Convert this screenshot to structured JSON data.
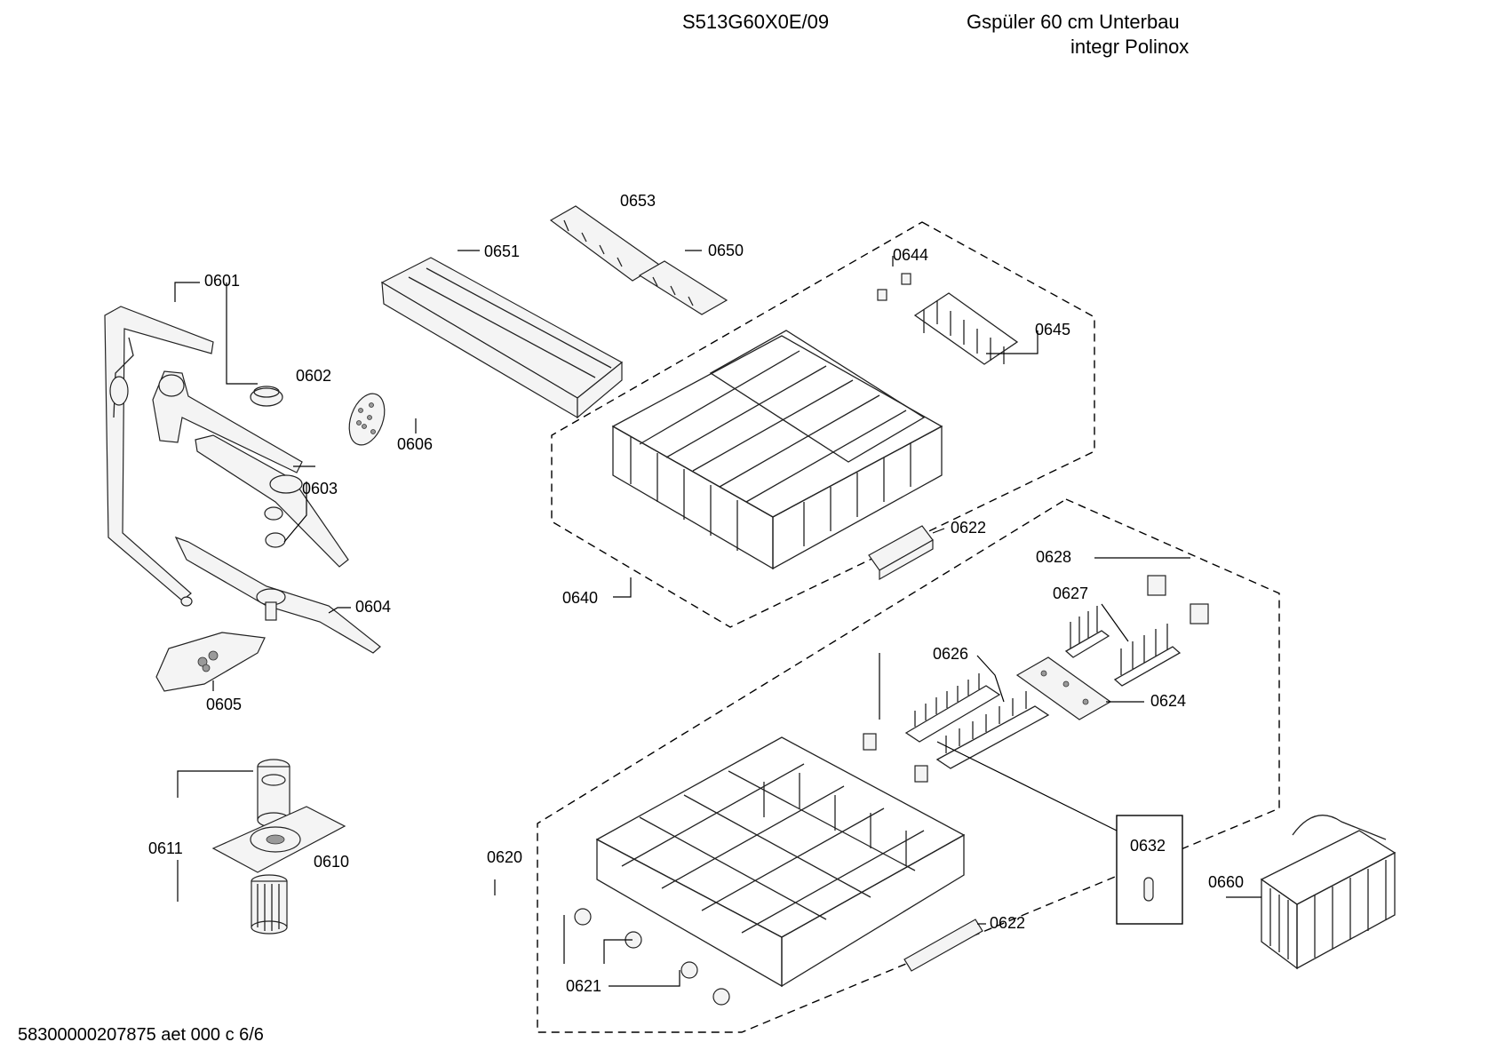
{
  "header": {
    "model": "S513G60X0E/09",
    "description_line1": "Gspüler 60 cm Unterbau",
    "description_line2": "integr Polinox"
  },
  "footer": {
    "code": "58300000207875 aet 000 c 6/6"
  },
  "parts": {
    "p0601": "0601",
    "p0602": "0602",
    "p0603": "0603",
    "p0604": "0604",
    "p0605": "0605",
    "p0606": "0606",
    "p0610": "0610",
    "p0611": "0611",
    "p0620": "0620",
    "p0621": "0621",
    "p0622_upper": "0622",
    "p0622_lower": "0622",
    "p0624": "0624",
    "p0626": "0626",
    "p0627": "0627",
    "p0628": "0628",
    "p0632": "0632",
    "p0640": "0640",
    "p0644": "0644",
    "p0645": "0645",
    "p0650": "0650",
    "p0651": "0651",
    "p0653": "0653",
    "p0660": "0660"
  }
}
